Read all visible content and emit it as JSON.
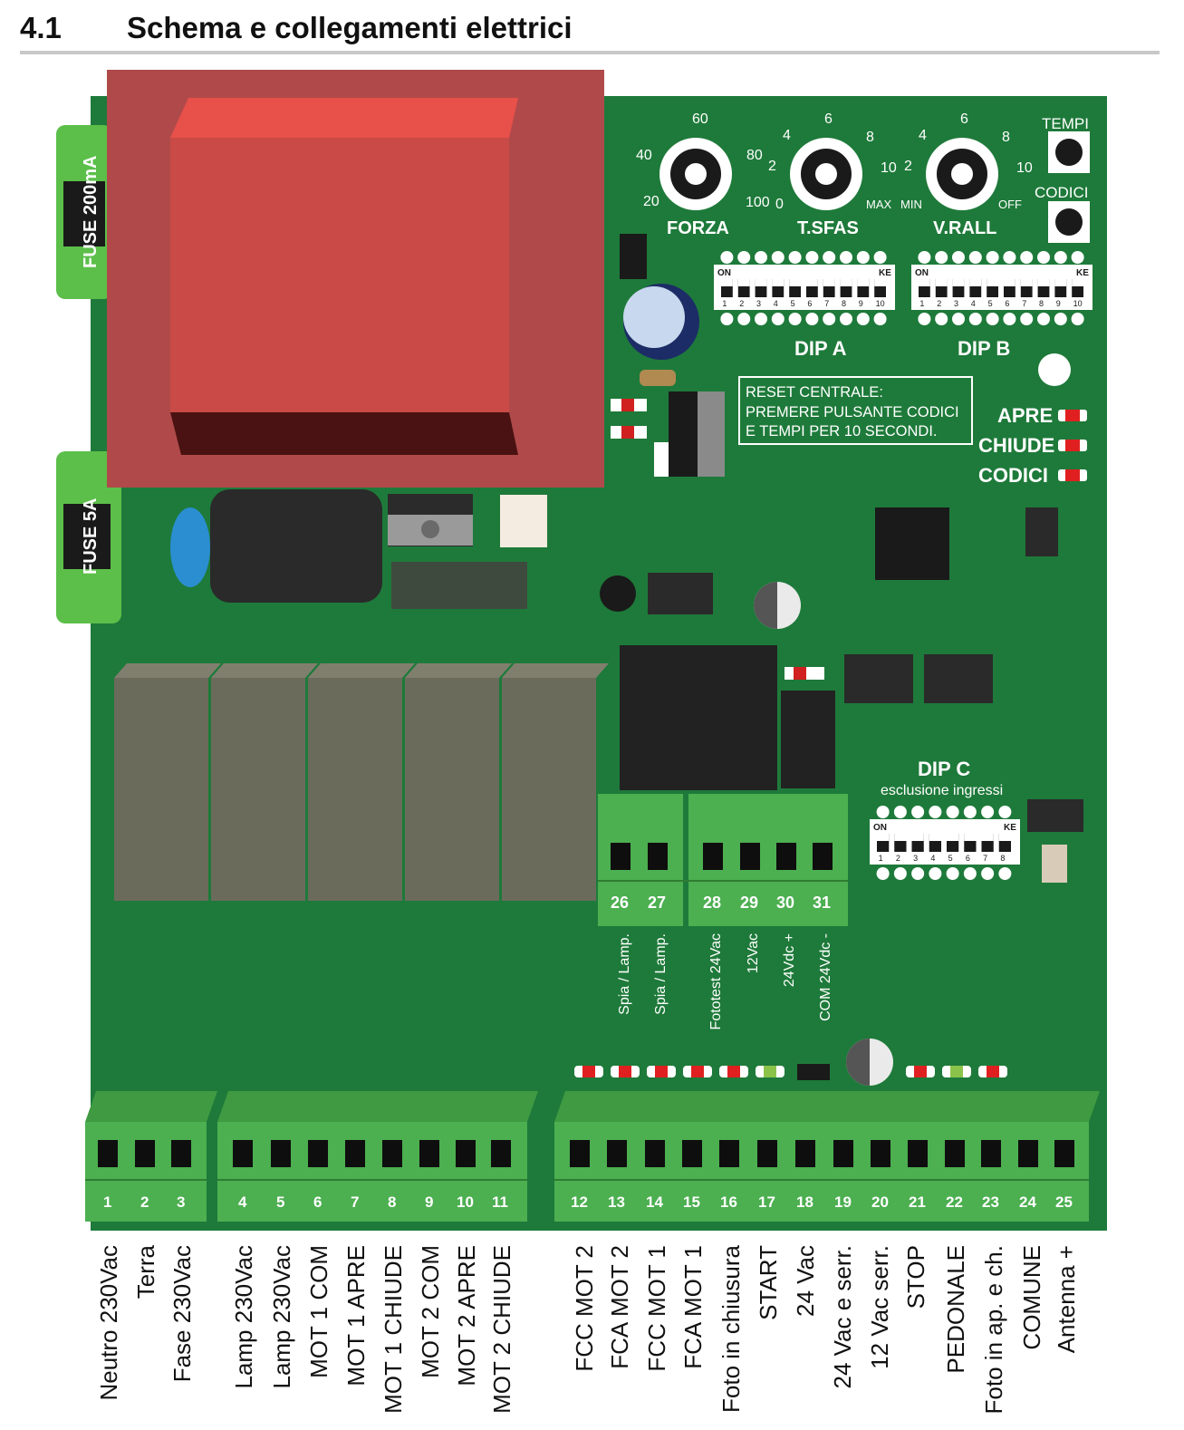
{
  "heading": {
    "number": "4.1",
    "title": "Schema e collegamenti elettrici"
  },
  "fuses": {
    "top": "FUSE 200mA",
    "bottom": "FUSE 5A"
  },
  "trimmers": [
    {
      "name": "FORZA",
      "ticks": [
        "20",
        "40",
        "60",
        "80",
        "100"
      ]
    },
    {
      "name": "T.SFAS",
      "ticks": [
        "0",
        "2",
        "4",
        "6",
        "8",
        "10",
        "MAX"
      ]
    },
    {
      "name": "V.RALL",
      "ticks": [
        "MIN",
        "2",
        "4",
        "6",
        "8",
        "10",
        "OFF"
      ]
    }
  ],
  "buttons": {
    "tempi": "TEMPI",
    "codici": "CODICI"
  },
  "dip_a": {
    "label": "DIP A",
    "on": "ON",
    "ke": "KE",
    "numbers": [
      "1",
      "2",
      "3",
      "4",
      "5",
      "6",
      "7",
      "8",
      "9",
      "10"
    ]
  },
  "dip_b": {
    "label": "DIP B",
    "on": "ON",
    "ke": "KE",
    "numbers": [
      "1",
      "2",
      "3",
      "4",
      "5",
      "6",
      "7",
      "8",
      "9",
      "10"
    ]
  },
  "dip_c": {
    "label": "DIP C",
    "sublabel": "esclusione ingressi",
    "on": "ON",
    "ke": "KE",
    "numbers": [
      "1",
      "2",
      "3",
      "4",
      "5",
      "6",
      "7",
      "8"
    ]
  },
  "reset_note": {
    "line1": "RESET CENTRALE:",
    "line2": "PREMERE PULSANTE CODICI",
    "line3": "E TEMPI PER 10 SECONDI."
  },
  "leds": {
    "apre": "APRE",
    "chiude": "CHIUDE",
    "codici": "CODICI"
  },
  "mid_terminals": {
    "numbers": [
      "26",
      "27",
      "28",
      "29",
      "30",
      "31"
    ],
    "labels": [
      "Spia / Lamp.",
      "Spia / Lamp.",
      "Fototest 24Vac",
      "12Vac",
      "24Vdc +",
      "COM 24Vdc -"
    ]
  },
  "bottom_terminals": {
    "numbers": [
      "1",
      "2",
      "3",
      "4",
      "5",
      "6",
      "7",
      "8",
      "9",
      "10",
      "11",
      "12",
      "13",
      "14",
      "15",
      "16",
      "17",
      "18",
      "19",
      "20",
      "21",
      "22",
      "23",
      "24",
      "25"
    ],
    "labels": [
      "Neutro 230Vac",
      "Terra",
      "Fase 230Vac",
      "Lamp 230Vac",
      "Lamp 230Vac",
      "MOT 1 COM",
      "MOT 1 APRE",
      "MOT 1 CHIUDE",
      "MOT 2 COM",
      "MOT 2 APRE",
      "MOT 2 CHIUDE",
      "FCC MOT 2",
      "FCA MOT 2",
      "FCC MOT 1",
      "FCA MOT 1",
      "Foto in chiusura",
      "START",
      "24 Vac",
      "24 Vac e serr.",
      "12 Vac serr.",
      "STOP",
      "PEDONALE",
      "Foto in ap. e ch.",
      "COMUNE",
      "Antenna +"
    ]
  },
  "colors": {
    "pcb": "#1e7a3a",
    "terminal": "#4caf50",
    "transformer": "#b04a4a",
    "relay": "#6b6b5c"
  }
}
